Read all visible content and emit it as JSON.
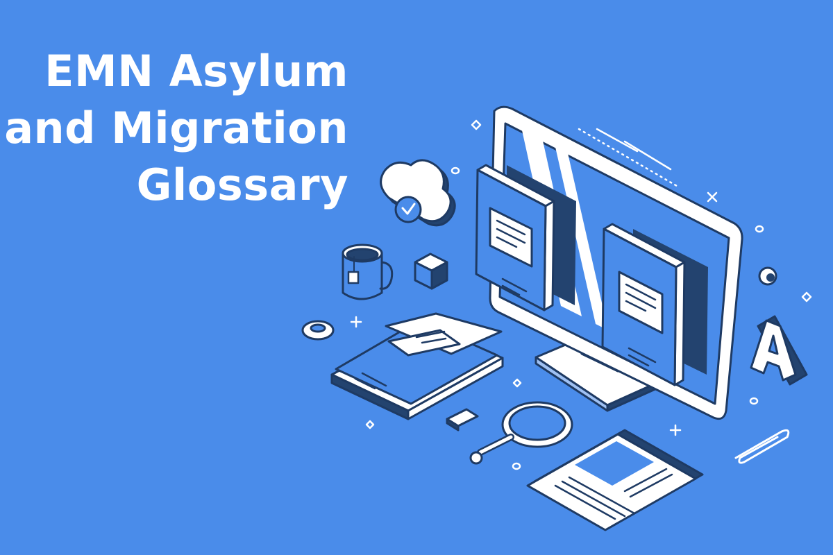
{
  "banner": {
    "title_lines": [
      "EMN Asylum",
      "and Migration",
      "Glossary"
    ],
    "letter_tile": "A"
  },
  "colors": {
    "background": "#4a8cea",
    "outline": "#1e3a63",
    "dark_fill": "#23436f",
    "light_fill": "#ffffff"
  },
  "icons": [
    "monitor-icon",
    "book-icon",
    "document-icon",
    "cloud-check-icon",
    "mug-icon",
    "cube-icon",
    "magnifier-icon",
    "paperclip-icon",
    "letter-a-tile-icon",
    "sparkle-icon"
  ]
}
